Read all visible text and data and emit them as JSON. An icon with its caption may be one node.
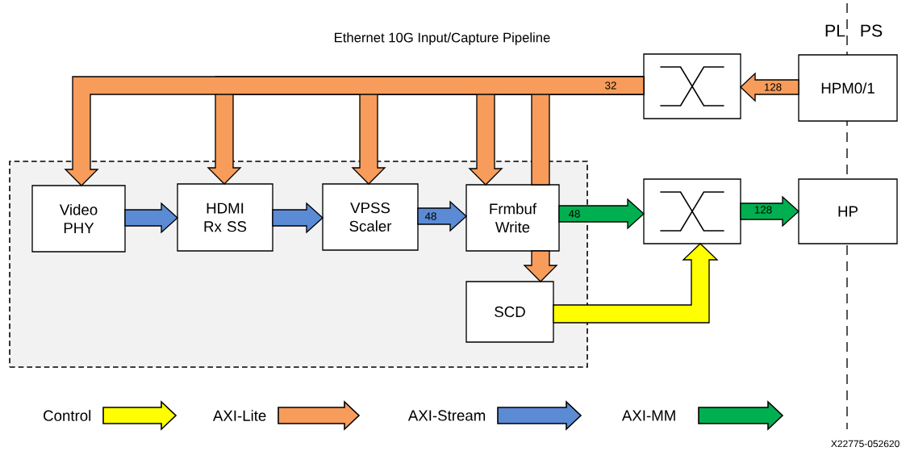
{
  "diagram": {
    "title": "Ethernet 10G Input/Capture Pipeline",
    "nodes": [
      {
        "text": [],
        "shape": "box"
      },
      {
        "text": [
          "Video PHY"
        ],
        "in": 0
      },
      {
        "text": [
          "HDMI Rx SS"
        ],
        "in": 0
      },
      {
        "text": [
          "VPSS Scaler"
        ],
        "in": 0
      },
      {
        "text": [
          "Frmbuf Write"
        ],
        "in": 0
      },
      {
        "text": [
          "SCD"
        ],
        "in": 0
      },
      {
        "text": [],
        "shape": "box"
      },
      {
        "text": [
          "HPM0/1"
        ]
      },
      {
        "text": [],
        "shape": "box"
      },
      {
        "text": [
          "HP"
        ]
      }
    ],
    "edges": [
      {
        "from": 7,
        "to": 6,
        "arrow": "to",
        "label": "128",
        "color": "#f79c5a"
      },
      {
        "from": 6,
        "to": 1,
        "arrow": "to",
        "color": "#f79c5a"
      },
      {
        "from": 6,
        "to": 2,
        "arrow": "to",
        "color": "#f79c5a"
      },
      {
        "from": 6,
        "to": 3,
        "arrow": "to",
        "color": "#f79c5a"
      },
      {
        "from": 6,
        "to": 4,
        "arrow": "to",
        "color": "#f79c5a"
      },
      {
        "from": 6,
        "to": 4,
        "arrow": "none",
        "label": "32",
        "color": "#f79c5a"
      },
      {
        "from": 1,
        "to": 2,
        "arrow": "to",
        "color": "#5b8bd5"
      },
      {
        "from": 2,
        "to": 3,
        "arrow": "to",
        "color": "#5b8bd5"
      },
      {
        "from": 3,
        "to": 4,
        "arrow": "to",
        "label": "48",
        "color": "#5b8bd5"
      },
      {
        "from": 4,
        "to": 8,
        "arrow": "to",
        "label": "48",
        "color": "#00b050"
      },
      {
        "from": 8,
        "to": 9,
        "arrow": "to",
        "label": "128",
        "color": "#00b050"
      },
      {
        "from": 5,
        "to": 8,
        "arrow": "to",
        "color": "#ffff00"
      },
      {
        "from": 4,
        "to": 5,
        "arrow": "to",
        "color": "#f79c5a"
      }
    ],
    "labels": [
      "PL",
      "PS",
      "X22775-052620"
    ],
    "legend": [
      {
        "text": "Control",
        "color": "#ffff00"
      },
      {
        "text": "AXI-Lite",
        "color": "#f79c5a"
      },
      {
        "text": "AXI-Stream",
        "color": "#5b8bd5"
      },
      {
        "text": "AXI-MM",
        "color": "#00b050"
      }
    ]
  }
}
